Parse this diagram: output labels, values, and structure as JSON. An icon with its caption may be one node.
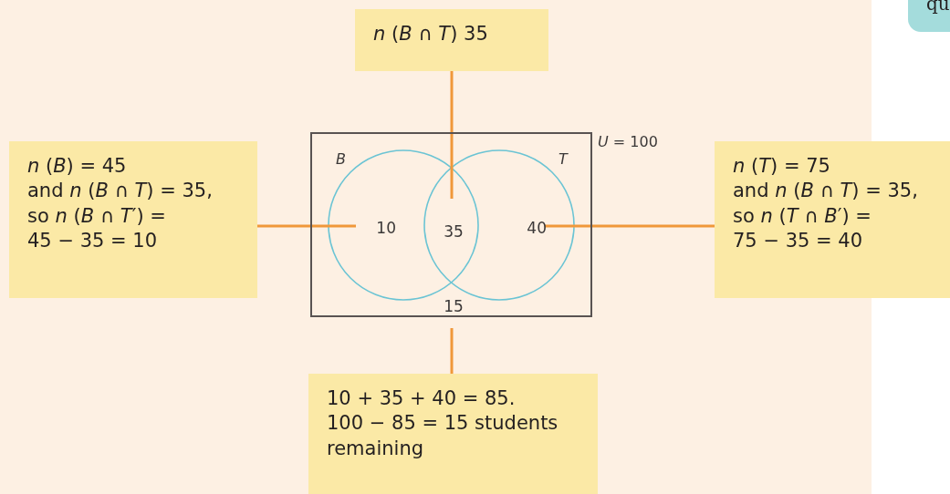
{
  "diagram": {
    "nodes": [
      {
        "text": [
          "*n* (*B* ∩ *T*) 35"
        ]
      },
      {
        "text": [
          "*n* (*B*) = 45",
          "and *n* (*B* ∩ *T*) = 35,",
          "so *n* (*B* ∩ *T*′) =",
          "45 − 35 = 10"
        ]
      },
      {
        "text": [
          "*n* (*T*) = 75",
          "and *n* (*B* ∩ *T*) = 35,",
          "so *n* (*T* ∩ *B*′) =",
          "75 − 35 = 40"
        ]
      },
      {
        "text": [
          "10 + 35 + 40 = 85.",
          "100 − 85 = 15 students remaining"
        ]
      },
      {
        "text": [],
        "shape": "box",
        "beside": [
          "*U* = 100"
        ]
      },
      {
        "text": [
          "10"
        ],
        "in": 4
      },
      {
        "text": [
          "35"
        ],
        "in": 4
      },
      {
        "text": [
          "40"
        ],
        "in": 4
      },
      {
        "text": [
          "15"
        ],
        "in": 4
      }
    ],
    "edges": [
      {
        "from": 0,
        "to": 6,
        "arrow": "none"
      },
      {
        "from": 1,
        "to": 5,
        "arrow": "none"
      },
      {
        "from": 2,
        "to": 7,
        "arrow": "none"
      },
      {
        "from": 3,
        "to": 4,
        "arrow": "none"
      }
    ],
    "labels": [
      "*B*",
      "*T*",
      "qu"
    ]
  }
}
